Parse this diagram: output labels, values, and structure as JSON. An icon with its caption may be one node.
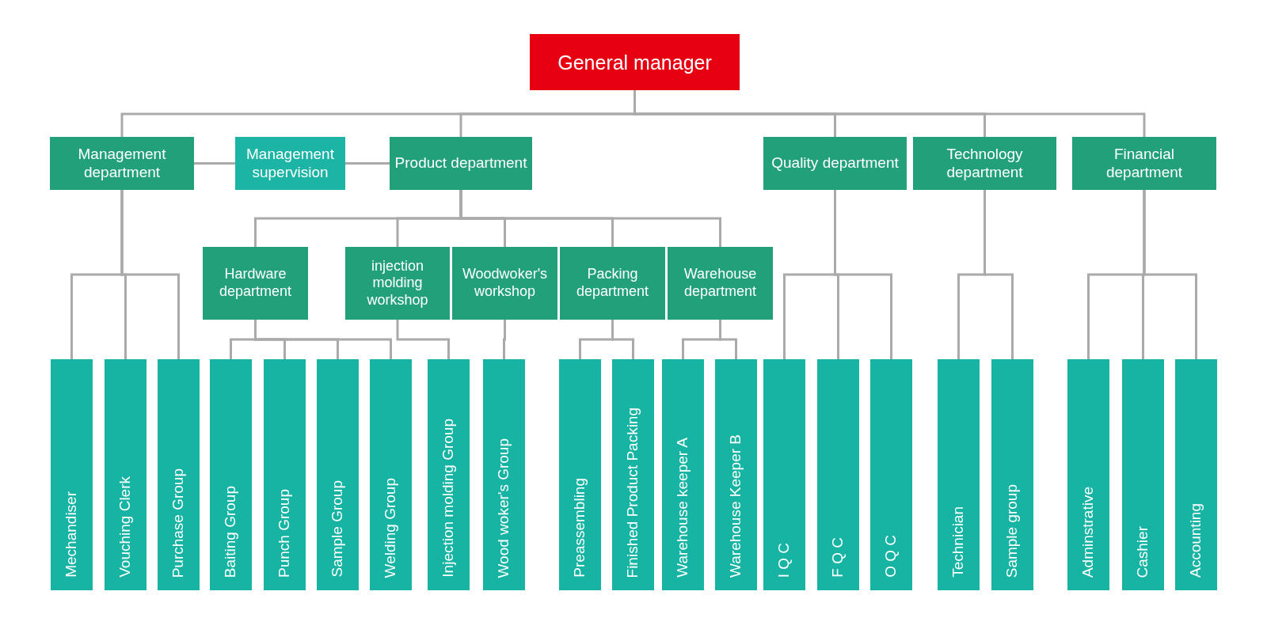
{
  "diagram": {
    "nodes": [
      {
        "text": [
          "General manager"
        ]
      },
      {
        "text": [
          "Management department"
        ]
      },
      {
        "text": [
          "Management supervision"
        ]
      },
      {
        "text": [
          "Product department"
        ]
      },
      {
        "text": [
          "Quality department"
        ]
      },
      {
        "text": [
          "Technology department"
        ]
      },
      {
        "text": [
          "Financial department"
        ]
      },
      {
        "text": [
          "Hardware department"
        ]
      },
      {
        "text": [
          "injection molding workshop"
        ]
      },
      {
        "text": [
          "Woodwoker's workshop"
        ]
      },
      {
        "text": [
          "Packing department"
        ]
      },
      {
        "text": [
          "Warehouse department"
        ]
      },
      {
        "text": [
          "Mechandiser"
        ]
      },
      {
        "text": [
          "Vouching Clerk"
        ]
      },
      {
        "text": [
          "Purchase Group"
        ]
      },
      {
        "text": [
          "Baiting Group"
        ]
      },
      {
        "text": [
          "Punch Group"
        ]
      },
      {
        "text": [
          "Sample Group"
        ]
      },
      {
        "text": [
          "Welding Group"
        ]
      },
      {
        "text": [
          "Injection molding Group"
        ]
      },
      {
        "text": [
          "Wood woker's Group"
        ]
      },
      {
        "text": [
          "Preassembling"
        ]
      },
      {
        "text": [
          "Finished Product Packing"
        ]
      },
      {
        "text": [
          "Warehouse keeper A"
        ]
      },
      {
        "text": [
          "Warehouse Keeper B"
        ]
      },
      {
        "text": [
          "I Q C"
        ]
      },
      {
        "text": [
          "F Q C"
        ]
      },
      {
        "text": [
          "O Q C"
        ]
      },
      {
        "text": [
          "Technician"
        ]
      },
      {
        "text": [
          "Sample group"
        ]
      },
      {
        "text": [
          "Adminstrative"
        ]
      },
      {
        "text": [
          "Cashier"
        ]
      },
      {
        "text": [
          "Accounting"
        ]
      }
    ],
    "edges": [
      {
        "from": 0,
        "to": 1,
        "arrow": "none"
      },
      {
        "from": 0,
        "to": 3,
        "arrow": "none"
      },
      {
        "from": 0,
        "to": 4,
        "arrow": "none"
      },
      {
        "from": 0,
        "to": 5,
        "arrow": "none"
      },
      {
        "from": 0,
        "to": 6,
        "arrow": "none"
      },
      {
        "from": 1,
        "to": 2,
        "arrow": "none"
      },
      {
        "from": 2,
        "to": 3,
        "arrow": "none"
      },
      {
        "from": 3,
        "to": 7,
        "arrow": "none"
      },
      {
        "from": 3,
        "to": 8,
        "arrow": "none"
      },
      {
        "from": 3,
        "to": 9,
        "arrow": "none"
      },
      {
        "from": 3,
        "to": 10,
        "arrow": "none"
      },
      {
        "from": 3,
        "to": 11,
        "arrow": "none"
      },
      {
        "from": 1,
        "to": 12,
        "arrow": "none"
      },
      {
        "from": 1,
        "to": 13,
        "arrow": "none"
      },
      {
        "from": 1,
        "to": 14,
        "arrow": "none"
      },
      {
        "from": 7,
        "to": 15,
        "arrow": "none"
      },
      {
        "from": 7,
        "to": 16,
        "arrow": "none"
      },
      {
        "from": 7,
        "to": 17,
        "arrow": "none"
      },
      {
        "from": 7,
        "to": 18,
        "arrow": "none"
      },
      {
        "from": 8,
        "to": 19,
        "arrow": "none"
      },
      {
        "from": 9,
        "to": 20,
        "arrow": "none"
      },
      {
        "from": 10,
        "to": 21,
        "arrow": "none"
      },
      {
        "from": 10,
        "to": 22,
        "arrow": "none"
      },
      {
        "from": 11,
        "to": 23,
        "arrow": "none"
      },
      {
        "from": 11,
        "to": 24,
        "arrow": "none"
      },
      {
        "from": 4,
        "to": 25,
        "arrow": "none"
      },
      {
        "from": 4,
        "to": 26,
        "arrow": "none"
      },
      {
        "from": 4,
        "to": 27,
        "arrow": "none"
      },
      {
        "from": 5,
        "to": 28,
        "arrow": "none"
      },
      {
        "from": 5,
        "to": 29,
        "arrow": "none"
      },
      {
        "from": 6,
        "to": 30,
        "arrow": "none"
      },
      {
        "from": 6,
        "to": 31,
        "arrow": "none"
      },
      {
        "from": 6,
        "to": 32,
        "arrow": "none"
      }
    ]
  }
}
